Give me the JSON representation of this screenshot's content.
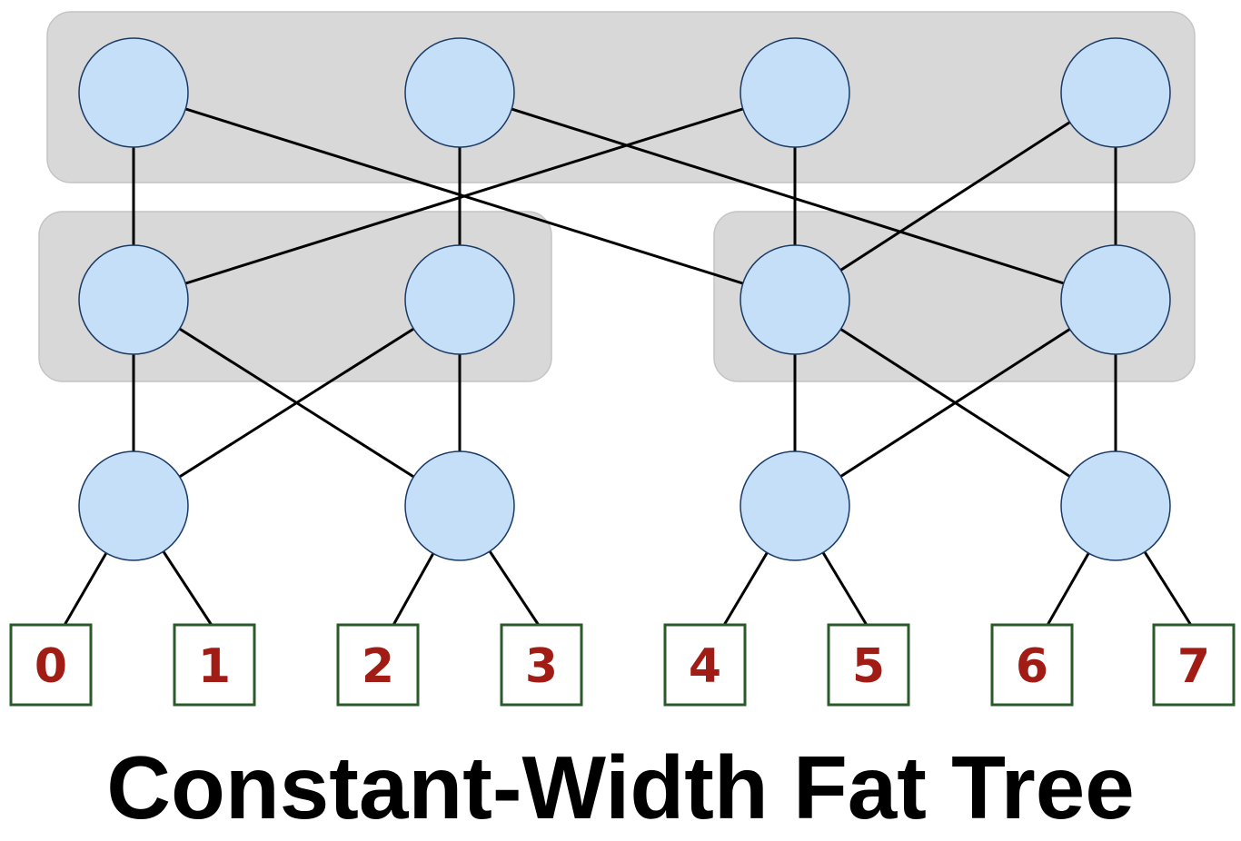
{
  "title": "Constant-Width Fat Tree",
  "colors": {
    "node_fill": "#c5dff8",
    "node_stroke": "#1a3a66",
    "group_fill": "#d8d8d8",
    "leaf_stroke": "#2a5a2a",
    "leaf_text": "#a01c14",
    "link": "#000000"
  },
  "leaves": [
    {
      "label": "0"
    },
    {
      "label": "1"
    },
    {
      "label": "2"
    },
    {
      "label": "3"
    },
    {
      "label": "4"
    },
    {
      "label": "5"
    },
    {
      "label": "6"
    },
    {
      "label": "7"
    }
  ]
}
